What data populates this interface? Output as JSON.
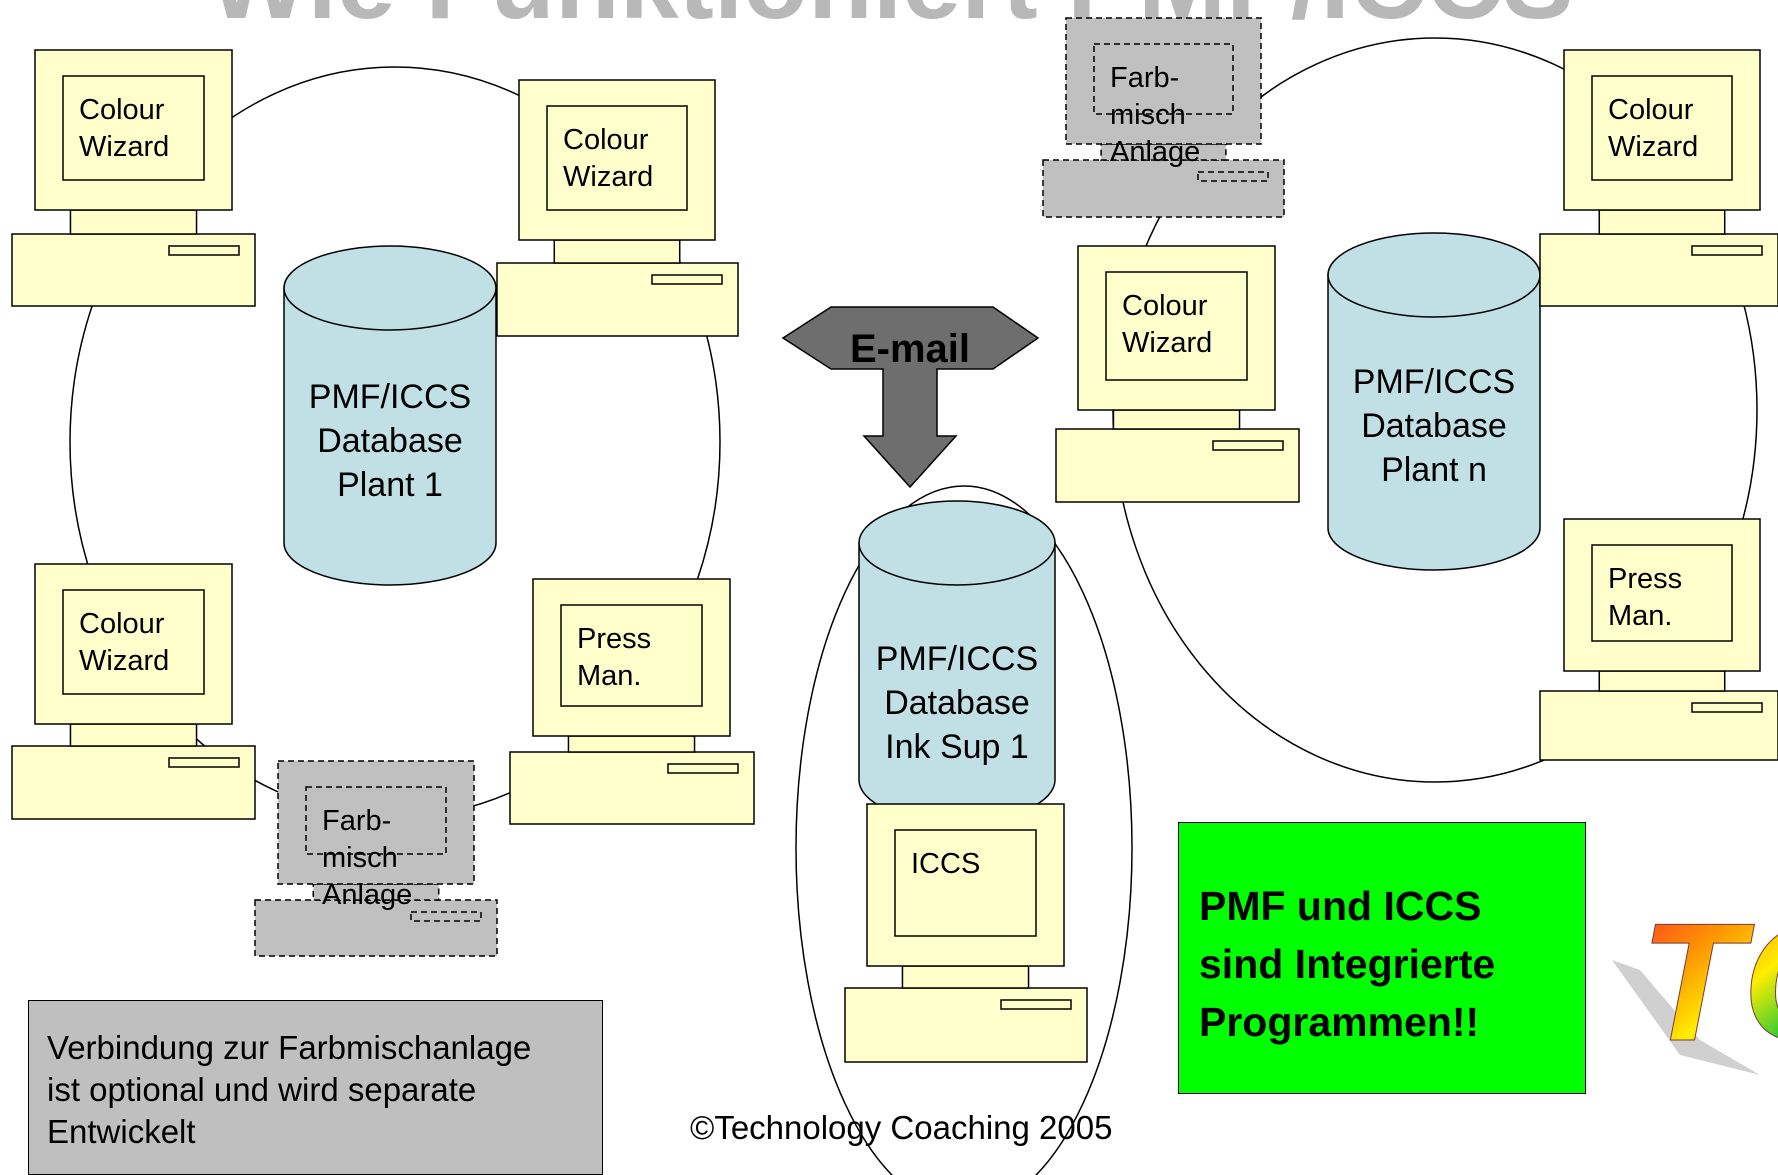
{
  "title_fragment": "Wie Funktioniert PMF/ICCS",
  "workstations": {
    "colour_wizard": [
      "Colour",
      "Wizard"
    ],
    "press_man": [
      "Press",
      "Man."
    ],
    "iccs": [
      "ICCS"
    ],
    "farbmisch": [
      "Farb-",
      "misch",
      "Anlage"
    ]
  },
  "databases": {
    "plant1": [
      "PMF/ICCS",
      "Database",
      "Plant 1"
    ],
    "plant_n": [
      "PMF/ICCS",
      "Database",
      "Plant n"
    ],
    "ink_sup": [
      "PMF/ICCS",
      "Database",
      "Ink Sup 1"
    ]
  },
  "email_label": "E-mail",
  "note_gray": [
    "Verbindung zur Farbmischanlage",
    "ist optional und wird separate",
    "Entwickelt"
  ],
  "note_green": [
    "PMF und ICCS",
    "sind Integrierte",
    "Programmen!!"
  ],
  "copyright": "©Technology Coaching 2005",
  "logo_text": "TC",
  "colors": {
    "computer_fill": "#ffffcc",
    "database_fill": "#c0e0e6",
    "optional_fill": "#c0c0c0",
    "note_gray": "#bfbfbf",
    "note_green": "#00ff00",
    "arrow_fill": "#6e6e6e"
  }
}
